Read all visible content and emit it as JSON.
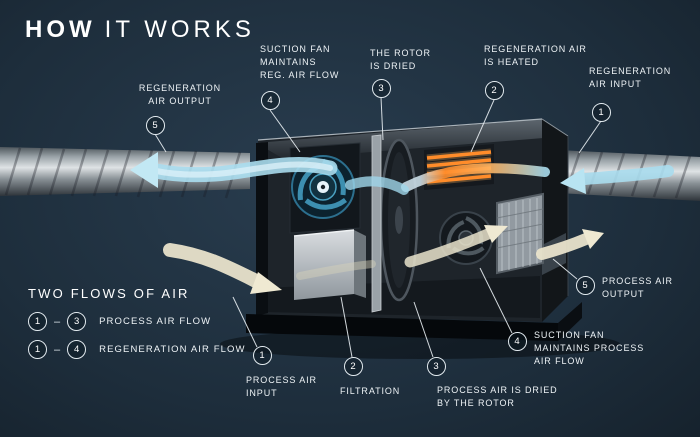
{
  "title": {
    "emphasis": "HOW",
    "rest": "IT WORKS"
  },
  "colors": {
    "background": "#1d2d3b",
    "regeneration_flow_blue": "#a9dced",
    "process_flow_cream": "#e9e3cb",
    "heater_orange": "#ff8c2a",
    "text": "#ffffff"
  },
  "callouts": {
    "reg_air_output": {
      "number": "5",
      "label": "REGENERATION\nAIR OUTPUT"
    },
    "suction_fan_reg": {
      "number": "4",
      "label": "SUCTION FAN\nMAINTAINS\nREG. AIR FLOW"
    },
    "rotor_dried": {
      "number": "3",
      "label": "THE ROTOR\nIS DRIED"
    },
    "reg_air_heated": {
      "number": "2",
      "label": "REGENERATION AIR\nIS HEATED"
    },
    "reg_air_input": {
      "number": "1",
      "label": "REGENERATION\nAIR INPUT"
    },
    "process_air_output": {
      "number": "5",
      "label": "PROCESS AIR\nOUTPUT"
    },
    "suction_fan_process": {
      "number": "4",
      "label": "SUCTION FAN\nMAINTAINS PROCESS\nAIR FLOW"
    },
    "process_air_dried": {
      "number": "3",
      "label": "PROCESS AIR IS DRIED\nBY THE ROTOR"
    },
    "filtration": {
      "number": "2",
      "label": "FILTRATION"
    },
    "process_air_input": {
      "number": "1",
      "label": "PROCESS AIR\nINPUT"
    }
  },
  "legend": {
    "heading": "TWO FLOWS OF AIR",
    "rows": [
      {
        "start": "1",
        "separator": "–",
        "end": "3",
        "label": "PROCESS AIR FLOW"
      },
      {
        "start": "1",
        "separator": "–",
        "end": "4",
        "label": "REGENERATION AIR FLOW"
      }
    ]
  }
}
